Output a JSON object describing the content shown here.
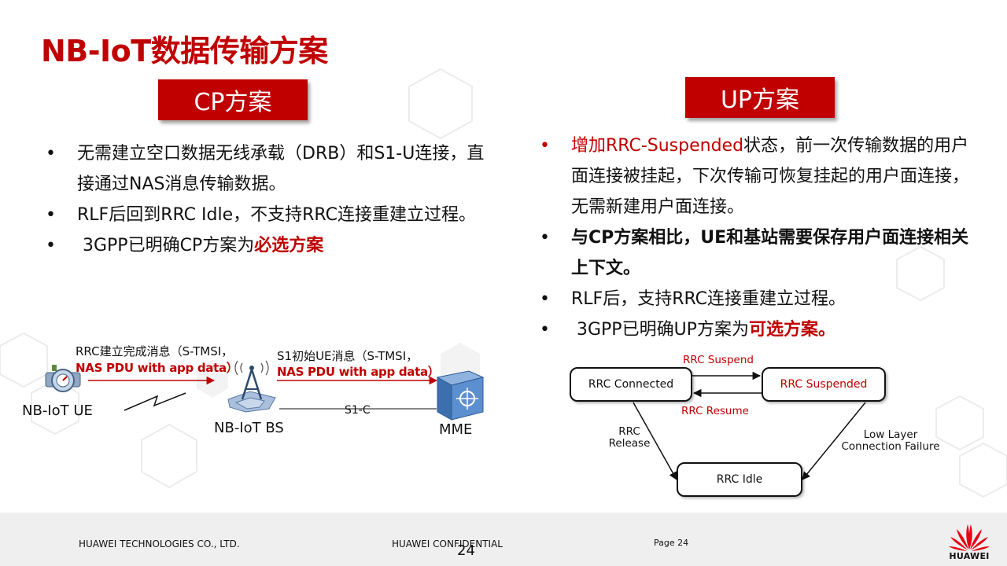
{
  "title": "NB-IoT数据传输方案",
  "cp": {
    "tag": "CP方案",
    "bullets": [
      {
        "text": "无需建立空口数据无线承载（DRB）和S1-U连接，直接通过NAS消息传输数据。"
      },
      {
        "text": "RLF后回到RRC Idle，不支持RRC连接重建立过程。"
      },
      {
        "prefix": " 3GPP已明确CP方案为",
        "highlight": "必选方案"
      }
    ]
  },
  "up": {
    "tag": "UP方案",
    "bullets": [
      {
        "red": "增加RRC-Suspended",
        "text": "状态，前一次传输数据的用户面连接被挂起，下次传输可恢复挂起的用户面连接，无需新建用户面连接。"
      },
      {
        "bold": "与CP方案相比，UE和基站需要保存用户面连接相关上下文。"
      },
      {
        "text": "RLF后，支持RRC连接重建立过程。"
      },
      {
        "prefix": " 3GPP已明确UP方案为",
        "highlight": "可选方案。"
      }
    ]
  },
  "network": {
    "msg1_line1": "RRC建立完成消息（S-TMSI，",
    "msg1_line2": "NAS PDU with app data）",
    "msg2_line1": "S1初始UE消息（S-TMSI，",
    "msg2_line2": "NAS PDU with app data）",
    "s1c": "S1-C",
    "ue": "NB-IoT UE",
    "bs": "NB-IoT BS",
    "mme": "MME"
  },
  "states": {
    "connected": "RRC Connected",
    "suspended": "RRC Suspended",
    "idle": "RRC Idle",
    "suspend": "RRC Suspend",
    "resume": "RRC Resume",
    "release_line1": "RRC",
    "release_line2": "Release",
    "failure_line1": "Low Layer",
    "failure_line2": "Connection Failure"
  },
  "footer": {
    "company": "HUAWEI TECHNOLOGIES CO., LTD.",
    "confidential": "HUAWEI CONFIDENTIAL",
    "page": "Page 24",
    "page_number": "24",
    "logo_text": "HUAWEI"
  },
  "colors": {
    "accent": "#c00000",
    "footer_bg": "#efefef"
  }
}
